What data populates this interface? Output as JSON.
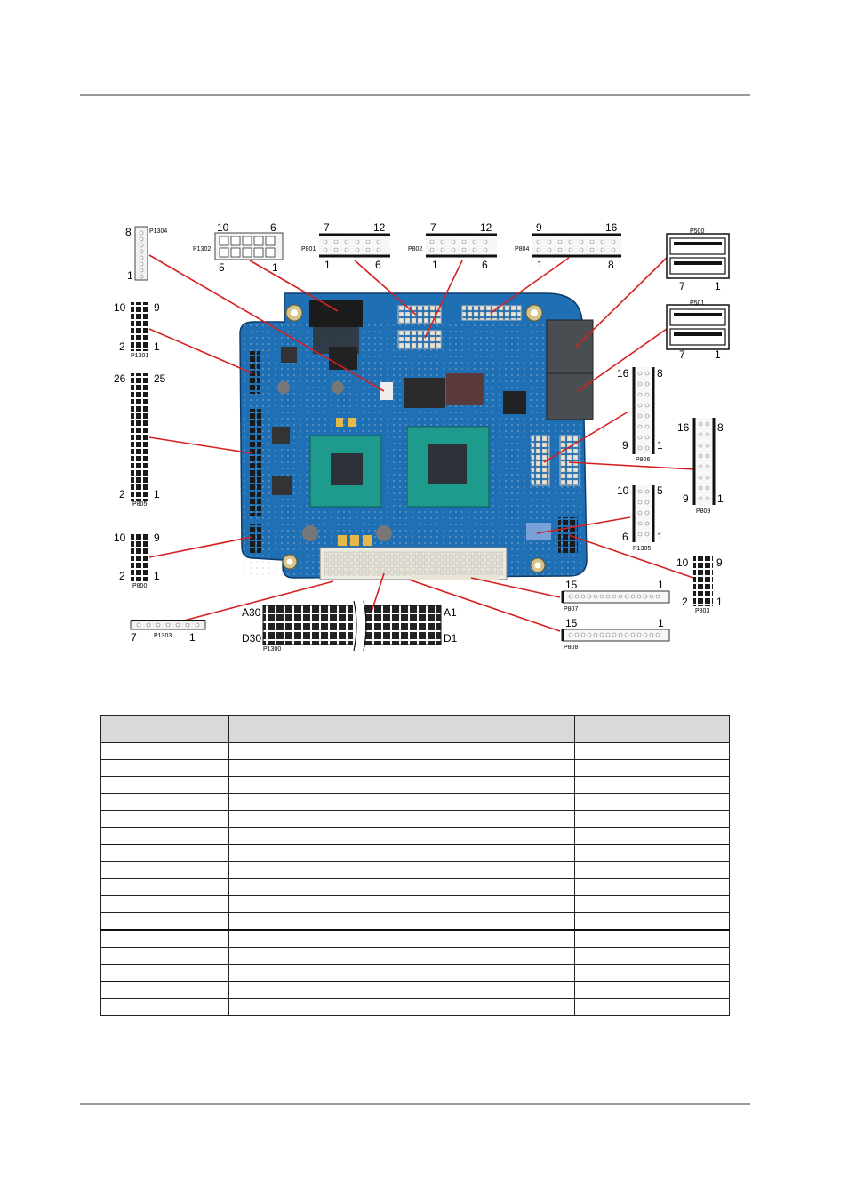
{
  "connectors": {
    "P1304": {
      "name": "P1304",
      "pin_top": "8",
      "pin_bottom": "1"
    },
    "P1302": {
      "name": "P1302",
      "pins": [
        "10",
        "6",
        "5",
        "1"
      ]
    },
    "P801": {
      "name": "P801",
      "pins": [
        "7",
        "12",
        "1",
        "6"
      ]
    },
    "P802": {
      "name": "P802",
      "pins": [
        "7",
        "12",
        "1",
        "6"
      ]
    },
    "P804": {
      "name": "P804",
      "pins": [
        "9",
        "16",
        "1",
        "8"
      ]
    },
    "P500": {
      "name": "P500",
      "pins": [
        "7",
        "1"
      ]
    },
    "P501": {
      "name": "P501",
      "pins": [
        "7",
        "1"
      ]
    },
    "P1301": {
      "name": "P1301",
      "pins": [
        "10",
        "9",
        "2",
        "1"
      ]
    },
    "P805": {
      "name": "P805",
      "pins": [
        "26",
        "25",
        "2",
        "1"
      ]
    },
    "P800": {
      "name": "P800",
      "pins": [
        "10",
        "9",
        "2",
        "1"
      ]
    },
    "P806": {
      "name": "P806",
      "pins": [
        "16",
        "8",
        "9",
        "1"
      ]
    },
    "P809": {
      "name": "P809",
      "pins": [
        "16",
        "8",
        "9",
        "1"
      ]
    },
    "P1305": {
      "name": "P1305",
      "pins": [
        "10",
        "5",
        "6",
        "1"
      ]
    },
    "P803": {
      "name": "P803",
      "pins": [
        "10",
        "9",
        "2",
        "1"
      ]
    },
    "P807": {
      "name": "P807",
      "pins": [
        "15",
        "1"
      ]
    },
    "P808": {
      "name": "P808",
      "pins": [
        "15",
        "1"
      ]
    },
    "P1303": {
      "name": "P1303",
      "pins": [
        "7",
        "1"
      ]
    },
    "P1300": {
      "name": "P1300",
      "pins": [
        "A30",
        "A1",
        "D30",
        "D1"
      ]
    }
  },
  "table": {
    "headers": [
      "",
      "",
      ""
    ],
    "rows": [
      [
        "",
        "",
        ""
      ],
      [
        "",
        "",
        ""
      ],
      [
        "",
        "",
        ""
      ],
      [
        "",
        "",
        ""
      ],
      [
        "",
        "",
        ""
      ],
      [
        "",
        "",
        ""
      ],
      [
        "",
        "",
        ""
      ],
      [
        "",
        "",
        ""
      ],
      [
        "",
        "",
        ""
      ],
      [
        "",
        "",
        ""
      ],
      [
        "",
        "",
        ""
      ],
      [
        "",
        "",
        ""
      ],
      [
        "",
        "",
        ""
      ],
      [
        "",
        "",
        ""
      ],
      [
        "",
        "",
        ""
      ],
      [
        "",
        "",
        ""
      ]
    ]
  },
  "colors": {
    "pcb": "#1f6fb5",
    "pcb_dark": "#174f86",
    "leader": "#d62020",
    "rule": "#9a9a9a",
    "header_fill": "#d9d9d9"
  }
}
